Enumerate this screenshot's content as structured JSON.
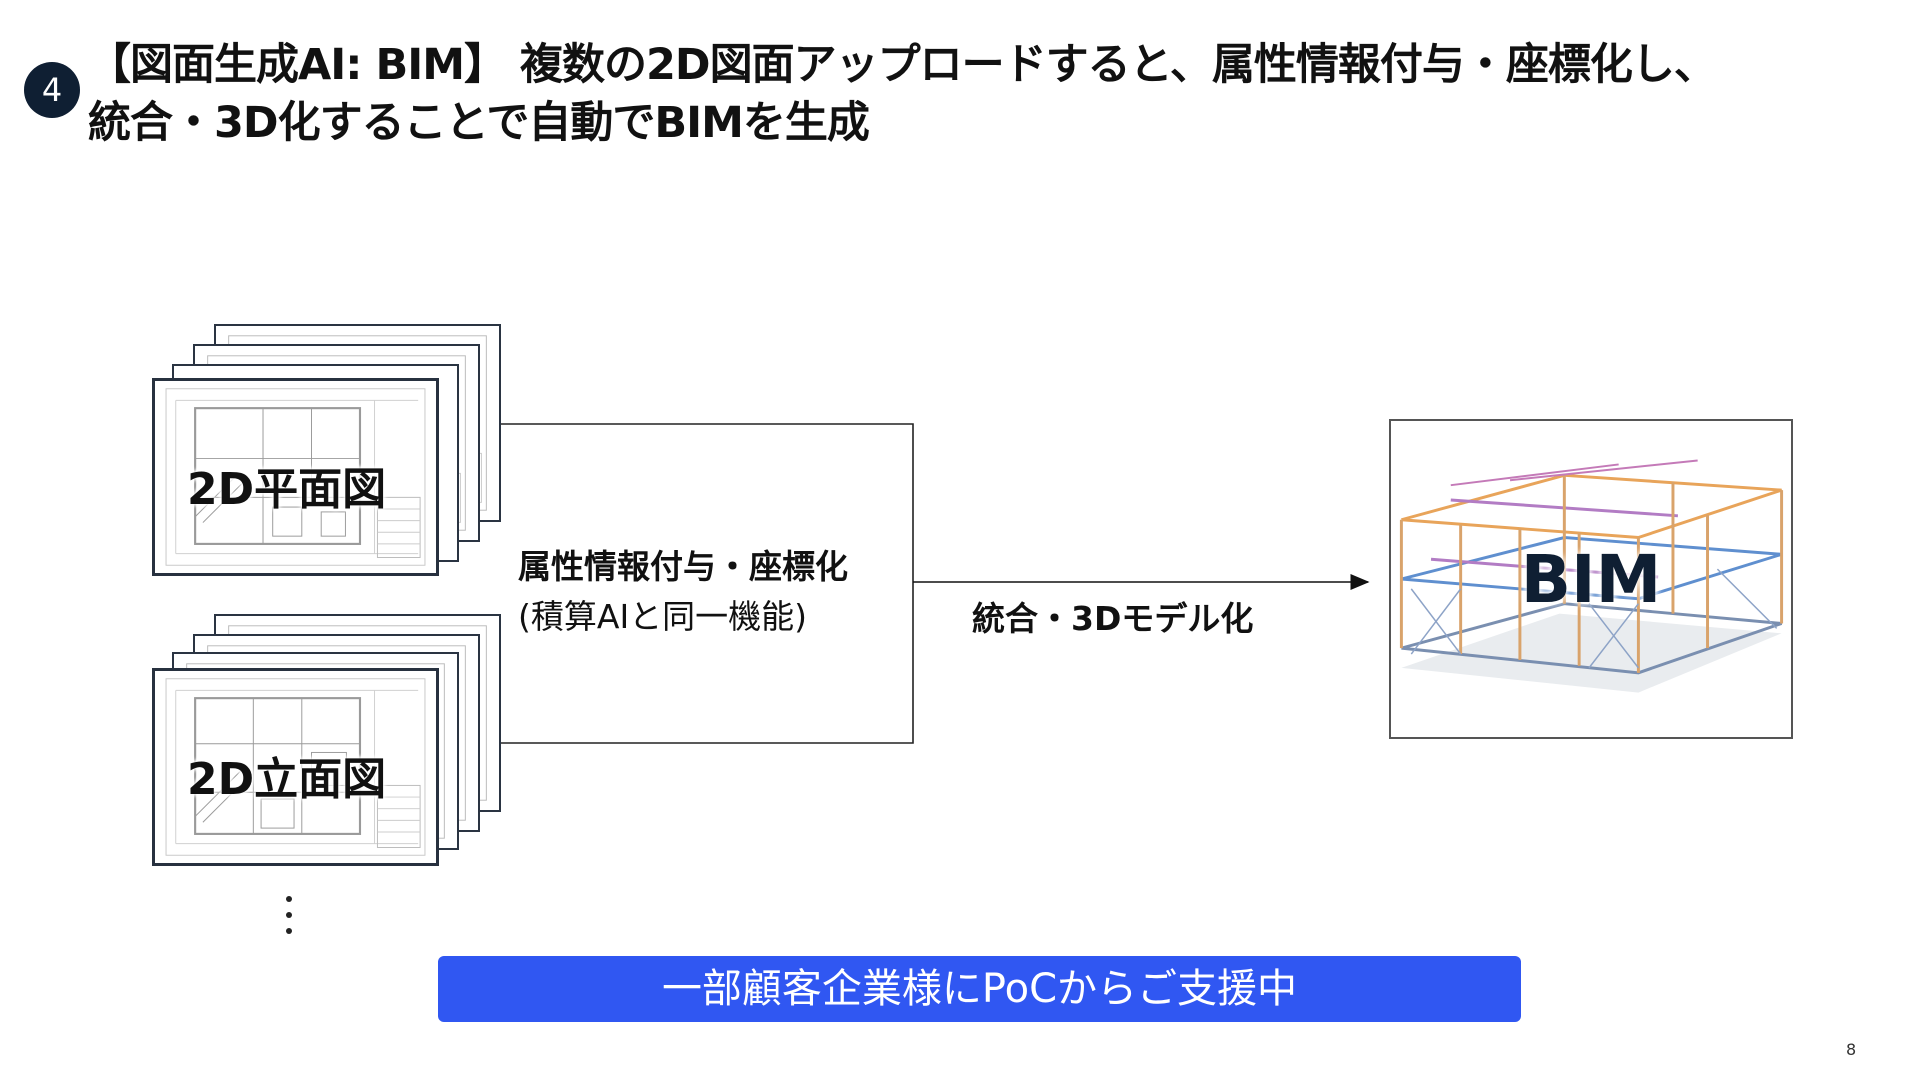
{
  "slide": {
    "badge_number": "4",
    "title_line1": "【図面生成AI: BIM】 複数の2D図面アップロードすると、属性情報付与・座標化し、",
    "title_line2": "統合・3D化することで自動でBIMを生成",
    "page_number": "8"
  },
  "inputs": [
    {
      "label": "2D平面図"
    },
    {
      "label": "2D立面図"
    }
  ],
  "process": {
    "main": "属性情報付与・座標化",
    "sub": "(積算AIと同一機能)"
  },
  "arrow_label": "統合・3Dモデル化",
  "output": {
    "label": "BIM"
  },
  "banner": {
    "text": "一部顧客企業様にPoCからご支援中"
  },
  "colors": {
    "badge": "#0f1f33",
    "banner": "#3057f2",
    "sheet_border": "#2a3442",
    "bim_text": "#0f1f33"
  }
}
